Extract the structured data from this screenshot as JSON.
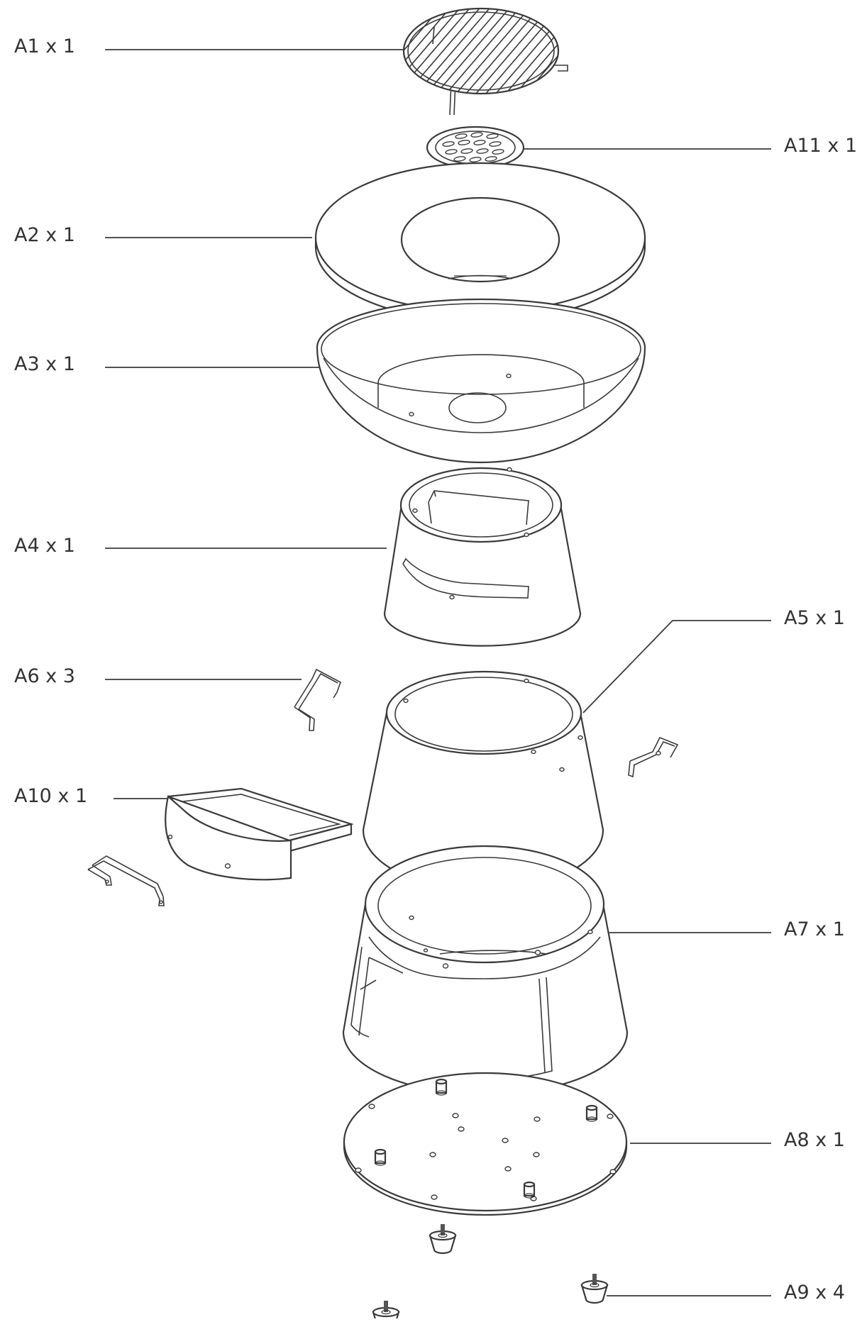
{
  "labels": {
    "A1": "A1 x 1",
    "A2": "A2 x 1",
    "A3": "A3 x 1",
    "A4": "A4 x 1",
    "A5": "A5 x 1",
    "A6": "A6 x 3",
    "A7": "A7 x 1",
    "A8": "A8 x 1",
    "A9": "A9 x 4",
    "A10": "A10 x 1",
    "A11": "A11 x 1"
  },
  "colors": {
    "line": "#3a3a3a",
    "text": "#333333",
    "background": "#ffffff"
  }
}
